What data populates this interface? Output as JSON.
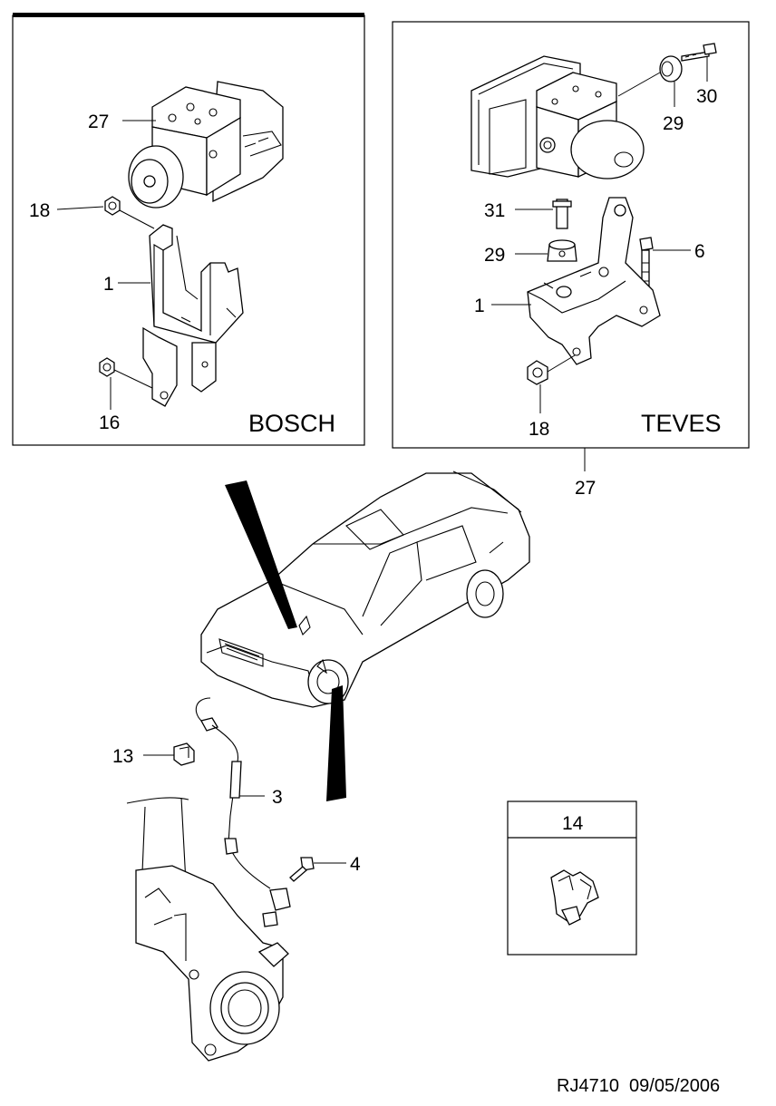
{
  "diagram": {
    "bosch_panel": {
      "brand_label": "BOSCH",
      "callouts": {
        "c27": "27",
        "c18": "18",
        "c1": "1",
        "c16": "16"
      }
    },
    "teves_panel": {
      "brand_label": "TEVES",
      "outer_callout": "27",
      "callouts": {
        "c30": "30",
        "c29a": "29",
        "c31": "31",
        "c29b": "29",
        "c6": "6",
        "c1": "1",
        "c18": "18"
      }
    },
    "sensor_callouts": {
      "c13": "13",
      "c3": "3",
      "c4": "4"
    },
    "clip_box": {
      "header": "14"
    },
    "reference": "RJ4710  09/05/2006"
  }
}
